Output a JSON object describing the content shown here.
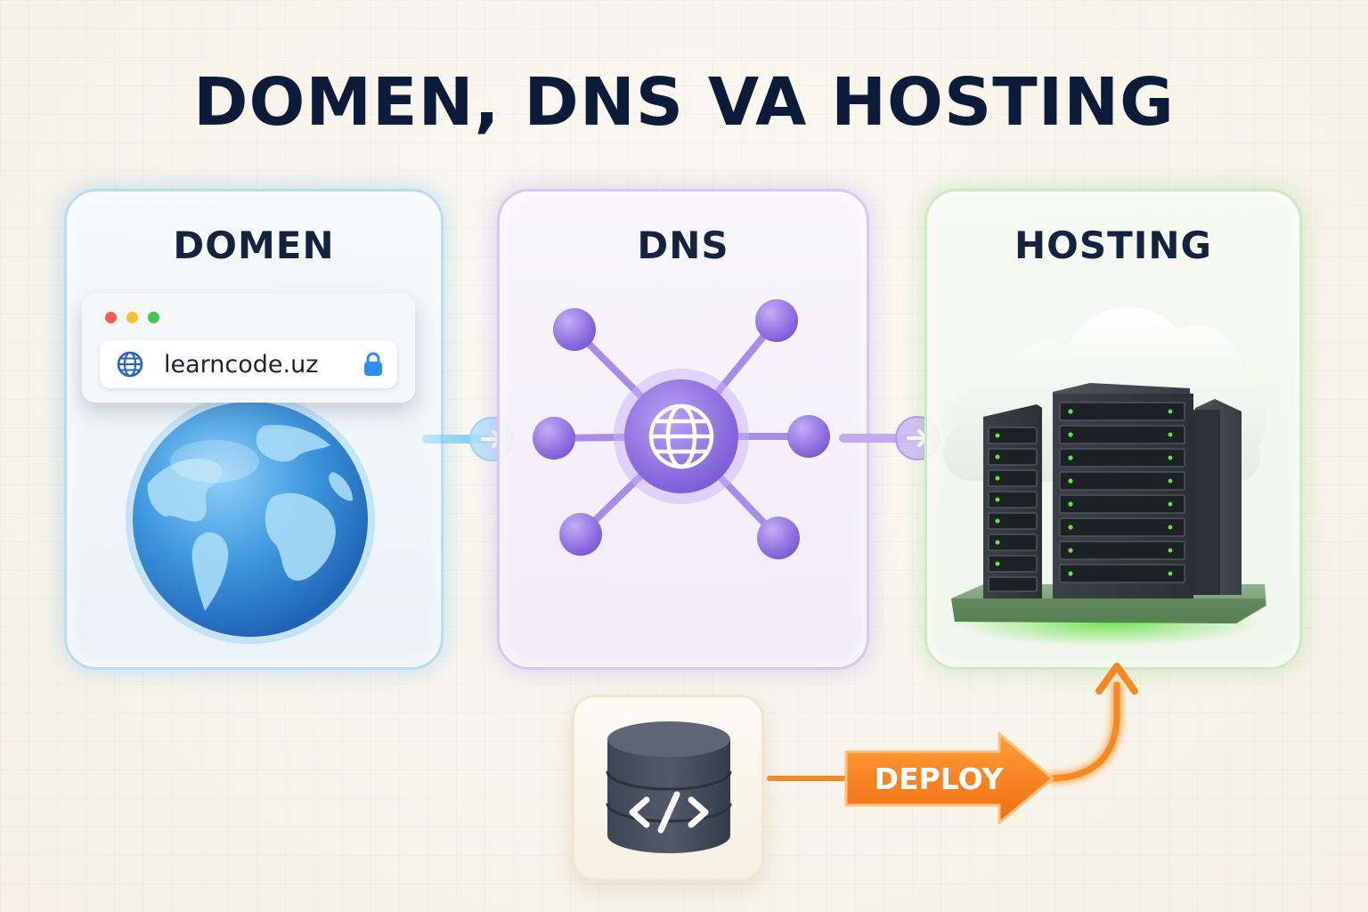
{
  "title": "DOMEN, DNS VA HOSTING",
  "panels": {
    "domen": {
      "title": "DOMEN"
    },
    "dns": {
      "title": "DNS"
    },
    "hosting": {
      "title": "HOSTING"
    }
  },
  "browser": {
    "url": "learncode.uz",
    "window_dots": [
      "red",
      "yellow",
      "green"
    ]
  },
  "deploy": {
    "label": "DEPLOY"
  },
  "icons": {
    "domen": "globe-icon",
    "dns": "network-hub-icon",
    "hosting": "server-rack-icon",
    "source": "database-code-icon",
    "lock": "lock-icon"
  },
  "colors": {
    "title": "#0d1b3a",
    "domen_accent": "#4ea6e6",
    "dns_accent": "#8e6be0",
    "hosting_accent": "#6fcf5a",
    "deploy_accent": "#f7871e"
  }
}
